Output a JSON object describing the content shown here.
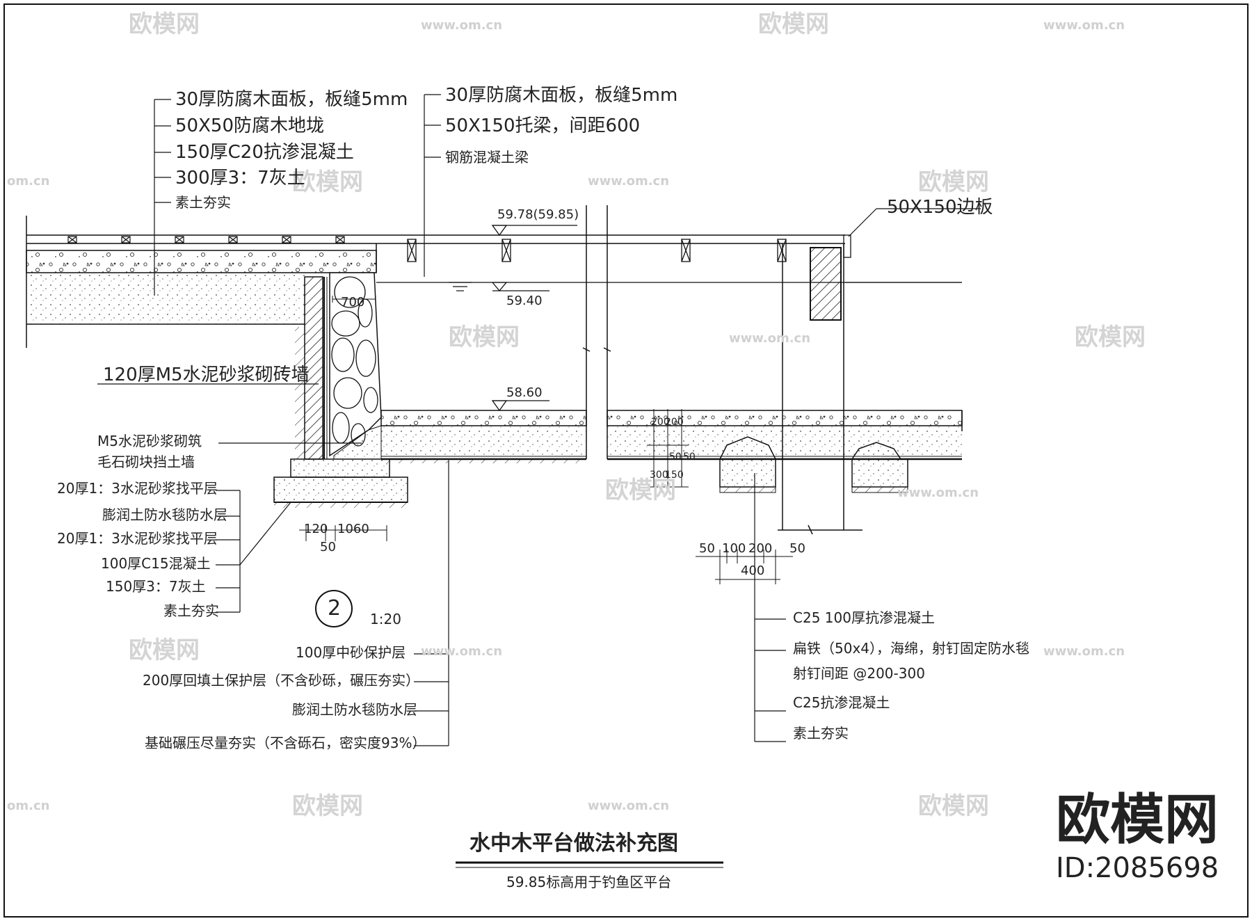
{
  "left_labels": [
    {
      "id": "l-deck",
      "text": "30厚防腐木面板，板缝5mm"
    },
    {
      "id": "l-joist",
      "text": "50X50防腐木地垅"
    },
    {
      "id": "l-c20",
      "text": "150厚C20抗渗混凝土"
    },
    {
      "id": "l-lime",
      "text": "300厚3：7灰土"
    },
    {
      "id": "l-soil",
      "text": "素土夯实"
    }
  ],
  "mid_labels": [
    {
      "id": "m-deck",
      "text": "30厚防腐木面板，板缝5mm"
    },
    {
      "id": "m-beam",
      "text": "50X150托梁，间距600"
    },
    {
      "id": "m-rc",
      "text": "钢筋混凝土梁"
    }
  ],
  "edge_board": "50X150边板",
  "levels": {
    "deck": "59.78(59.85)",
    "water": "59.40",
    "bottom": "58.60"
  },
  "dim_700": "700",
  "wall_label": "120厚M5水泥砂浆砌砖墙",
  "retaining": [
    "M5水泥砂浆砌筑",
    "毛石砌块挡土墙"
  ],
  "footing_labels": [
    "20厚1：3水泥砂浆找平层",
    "膨润土防水毯防水层",
    "20厚1：3水泥砂浆找平层",
    "100厚C15混凝土",
    "150厚3：7灰土",
    "素土夯实"
  ],
  "foot_dims": {
    "a": "120",
    "b": "1060",
    "c": "50"
  },
  "detail": {
    "number": "2",
    "scale": "1:20"
  },
  "bottom_labels": [
    "100厚中砂保护层",
    "200厚回填土保护层（不含砂砾，碾压夯实）",
    "膨润土防水毯防水层",
    "基础碾压尽量夯实（不含砾石，密实度93%）"
  ],
  "vert_dims": [
    "200",
    "200",
    "300",
    "50",
    "50",
    "150"
  ],
  "trench_dims": {
    "d1": "50",
    "d2": "100",
    "d3": "200",
    "d4": "50",
    "total": "400"
  },
  "right_labels": [
    "C25 100厚抗渗混凝土",
    "扁铁（50x4），海绵，射钉固定防水毯",
    "射钉间距 @200-300",
    "C25抗渗混凝土",
    "素土夯实"
  ],
  "title": "水中木平台做法补充图",
  "subtitle": "59.85标高用于钓鱼区平台",
  "brand": {
    "name": "欧模网",
    "id": "ID:2085698"
  },
  "watermark": {
    "brand": "欧模网",
    "url": "www.om.cn",
    "url_short": "om.cn"
  }
}
